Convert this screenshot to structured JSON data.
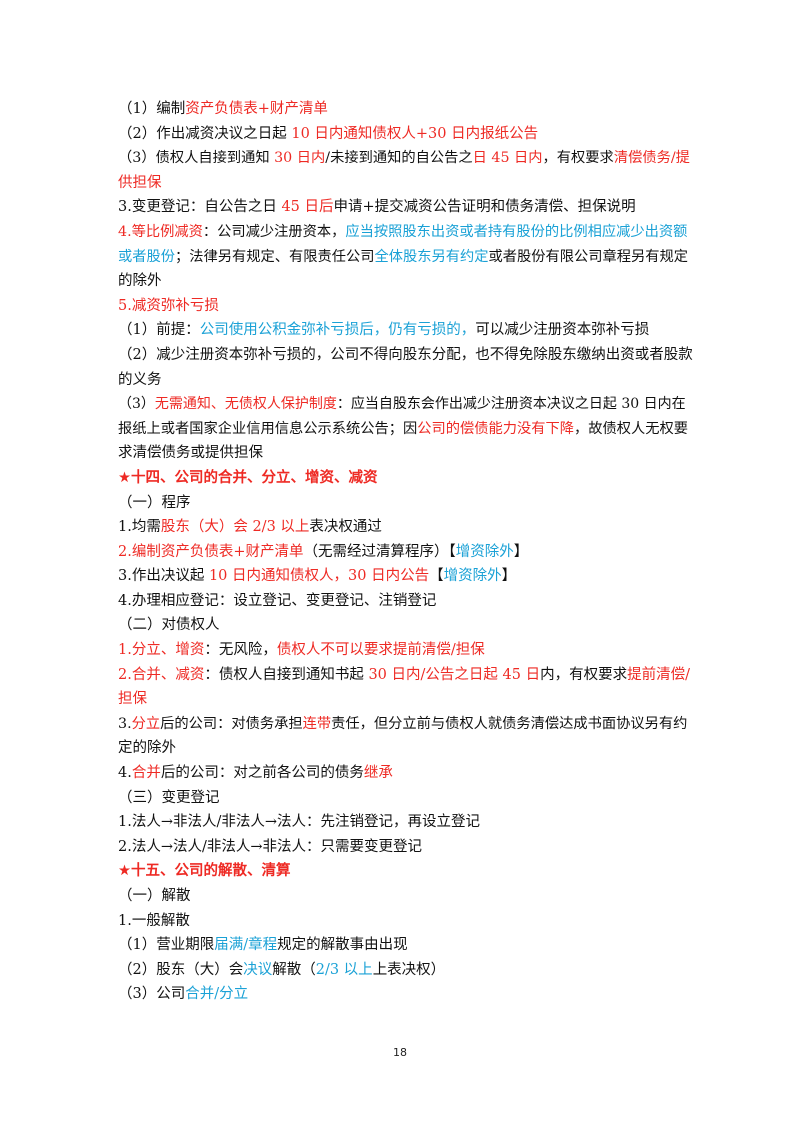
{
  "page_number": "18",
  "lines": [
    [
      {
        "t": "（1）编制"
      },
      {
        "t": "资产负债表+财产清单",
        "c": "red"
      }
    ],
    [
      {
        "t": "（2）作出减资决议之日起 "
      },
      {
        "t": "10 日内通知债权人+30 日内报纸公告",
        "c": "red"
      }
    ],
    [
      {
        "t": "（3）债权人自接到通知 "
      },
      {
        "t": "30 日内",
        "c": "red"
      },
      {
        "t": "/未接到通知的自公告之"
      },
      {
        "t": "日 45 日内",
        "c": "red"
      },
      {
        "t": "，有权要求"
      },
      {
        "t": "清偿债务/提",
        "c": "red"
      }
    ],
    [
      {
        "t": "供担保",
        "c": "red"
      }
    ],
    [
      {
        "t": "3.变更登记：自公告之日 "
      },
      {
        "t": "45 日后",
        "c": "red"
      },
      {
        "t": "申请+提交减资公告证明和债务清偿、担保说明"
      }
    ],
    [
      {
        "t": "4.",
        "c": "red"
      },
      {
        "t": "等比例减资",
        "c": "red"
      },
      {
        "t": "：公司减少注册资本，"
      },
      {
        "t": "应当按照股东出资或者持有股份的比例相应减少出资额",
        "c": "blue"
      }
    ],
    [
      {
        "t": "或者股份",
        "c": "blue"
      },
      {
        "t": "；法律另有规定、有限责任公司"
      },
      {
        "t": "全体股东另有约定",
        "c": "blue"
      },
      {
        "t": "或者股份有限公司章程另有规定"
      }
    ],
    [
      {
        "t": "的除外"
      }
    ],
    [
      {
        "t": "5.",
        "c": "red"
      },
      {
        "t": "减资弥补亏损",
        "c": "red"
      }
    ],
    [
      {
        "t": "（1）前提："
      },
      {
        "t": "公司使用公积金弥补亏损后，仍有亏损的，",
        "c": "blue"
      },
      {
        "t": "可以减少注册资本弥补亏损"
      }
    ],
    [
      {
        "t": "（2）减少注册资本弥补亏损的，公司不得向股东分配，也不得免除股东缴纳出资或者股款"
      }
    ],
    [
      {
        "t": "的义务"
      }
    ],
    [
      {
        "t": "（3）"
      },
      {
        "t": "无需通知、无债权人保护制度",
        "c": "red"
      },
      {
        "t": "：应当自股东会作出减少注册资本决议之日起 30 日内在"
      }
    ],
    [
      {
        "t": "报纸上或者国家企业信用信息公示系统公告；因"
      },
      {
        "t": "公司的偿债能力没有下降",
        "c": "red"
      },
      {
        "t": "，故债权人无权要"
      }
    ],
    [
      {
        "t": "求清偿债务或提供担保"
      }
    ],
    [
      {
        "t": "★十四、公司的合并、分立、增资、减资",
        "c": "heading"
      }
    ],
    [
      {
        "t": "（一）程序"
      }
    ],
    [
      {
        "t": "1.均需"
      },
      {
        "t": "股东（大）会 2/3 以上",
        "c": "red"
      },
      {
        "t": "表决权通过"
      }
    ],
    [
      {
        "t": "2.",
        "c": "red"
      },
      {
        "t": "编制资产负债表+财产清单",
        "c": "red"
      },
      {
        "t": "（无需经过清算程序）【"
      },
      {
        "t": "增资除外",
        "c": "blue"
      },
      {
        "t": "】"
      }
    ],
    [
      {
        "t": "3.作出决议起 "
      },
      {
        "t": "10 日内通知债权人，30 日内公告",
        "c": "red"
      },
      {
        "t": "【"
      },
      {
        "t": "增资除外",
        "c": "blue"
      },
      {
        "t": "】"
      }
    ],
    [
      {
        "t": "4.办理相应登记：设立登记、变更登记、注销登记"
      }
    ],
    [
      {
        "t": "（二）对债权人"
      }
    ],
    [
      {
        "t": "1.",
        "c": "red"
      },
      {
        "t": "分立、增资",
        "c": "red"
      },
      {
        "t": "：无风险，"
      },
      {
        "t": "债权人不可以要求提前清偿/担保",
        "c": "red"
      }
    ],
    [
      {
        "t": "2.",
        "c": "red"
      },
      {
        "t": "合并、减资",
        "c": "red"
      },
      {
        "t": "：债权人自接到通知书起 "
      },
      {
        "t": "30 日内/公告之日起 45 日",
        "c": "red"
      },
      {
        "t": "内，有权要求"
      },
      {
        "t": "提前清偿/",
        "c": "red"
      }
    ],
    [
      {
        "t": "担保",
        "c": "red"
      }
    ],
    [
      {
        "t": "3."
      },
      {
        "t": "分立",
        "c": "red"
      },
      {
        "t": "后的公司：对债务承担"
      },
      {
        "t": "连带",
        "c": "red"
      },
      {
        "t": "责任，但分立前与债权人就债务清偿达成书面协议另有约"
      }
    ],
    [
      {
        "t": "定的除外"
      }
    ],
    [
      {
        "t": "4."
      },
      {
        "t": "合并",
        "c": "red"
      },
      {
        "t": "后的公司：对之前各公司的债务"
      },
      {
        "t": "继承",
        "c": "red"
      }
    ],
    [
      {
        "t": "（三）变更登记"
      }
    ],
    [
      {
        "t": "1.法人→非法人/非法人→法人：先注销登记，再设立登记"
      }
    ],
    [
      {
        "t": "2.法人→法人/非法人→非法人：只需要变更登记"
      }
    ],
    [
      {
        "t": "★十五、公司的解散、清算",
        "c": "heading"
      }
    ],
    [
      {
        "t": "（一）解散"
      }
    ],
    [
      {
        "t": "1.一般解散"
      }
    ],
    [
      {
        "t": "（1）营业期限"
      },
      {
        "t": "届满/章程",
        "c": "blue"
      },
      {
        "t": "规定的解散事由出现"
      }
    ],
    [
      {
        "t": "（2）股东（大）会"
      },
      {
        "t": "决议",
        "c": "blue"
      },
      {
        "t": "解散（"
      },
      {
        "t": "2/3 以上",
        "c": "blue"
      },
      {
        "t": "上表决权）"
      }
    ],
    [
      {
        "t": "（3）公司"
      },
      {
        "t": "合并/分立",
        "c": "blue"
      }
    ]
  ]
}
